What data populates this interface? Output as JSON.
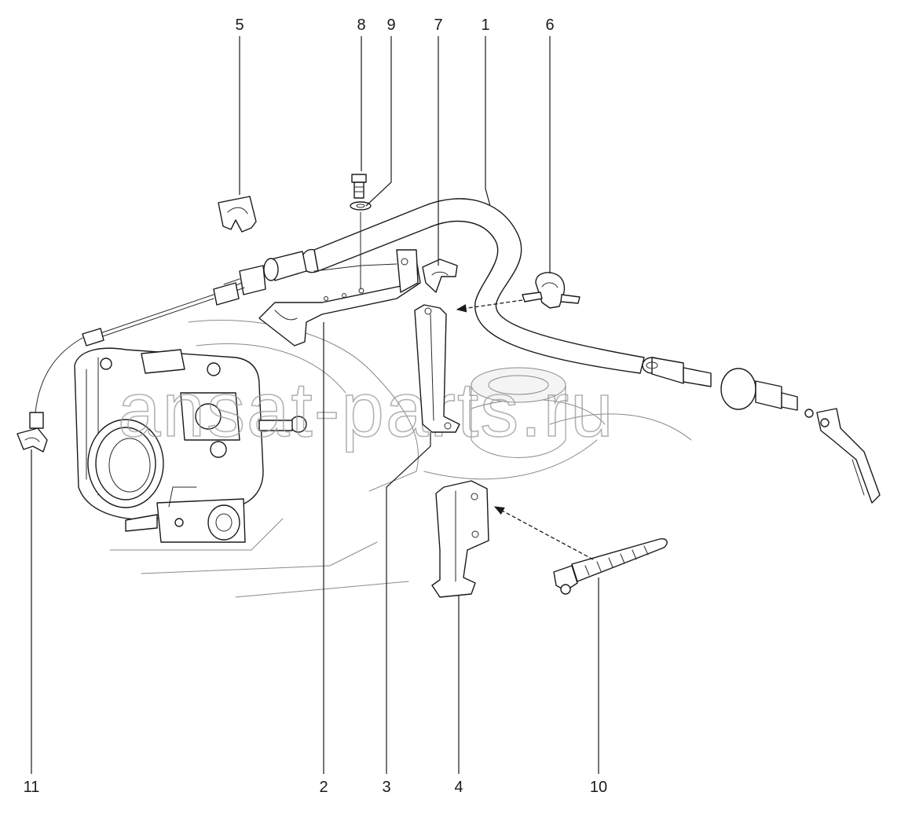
{
  "watermark": "ansat-parts.ru",
  "callouts": [
    {
      "id": "1",
      "label": "1"
    },
    {
      "id": "2",
      "label": "2"
    },
    {
      "id": "3",
      "label": "3"
    },
    {
      "id": "4",
      "label": "4"
    },
    {
      "id": "5",
      "label": "5"
    },
    {
      "id": "6",
      "label": "6"
    },
    {
      "id": "7",
      "label": "7"
    },
    {
      "id": "8",
      "label": "8"
    },
    {
      "id": "9",
      "label": "9"
    },
    {
      "id": "10",
      "label": "10"
    },
    {
      "id": "11",
      "label": "11"
    }
  ],
  "colors": {
    "line": "#1a1a1a",
    "background": "#ffffff",
    "watermark": "#9a9a9a"
  }
}
